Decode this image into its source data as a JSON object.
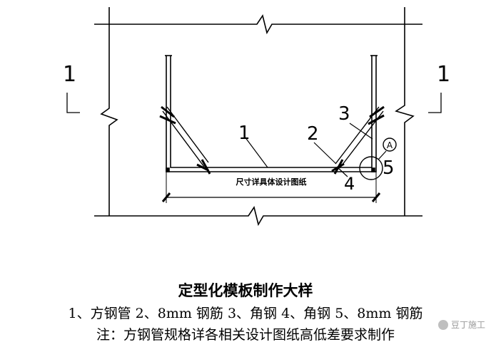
{
  "drawing": {
    "label_1_left": "1",
    "label_1_right": "1",
    "callout_1": "1",
    "callout_2": "2",
    "callout_3": "3",
    "callout_4": "4",
    "callout_5": "5",
    "detail_mark": "A",
    "dimension_note": "尺寸详具体设计图纸"
  },
  "caption": {
    "title": "定型化模板制作大样",
    "legend": "1、方钢管   2、8mm 钢筋   3、角钢   4、角钢   5、8mm 钢筋",
    "note": "注：方钢管规格详各相关设计图纸高低差要求制作"
  },
  "watermark": {
    "text": "豆丁施工"
  }
}
